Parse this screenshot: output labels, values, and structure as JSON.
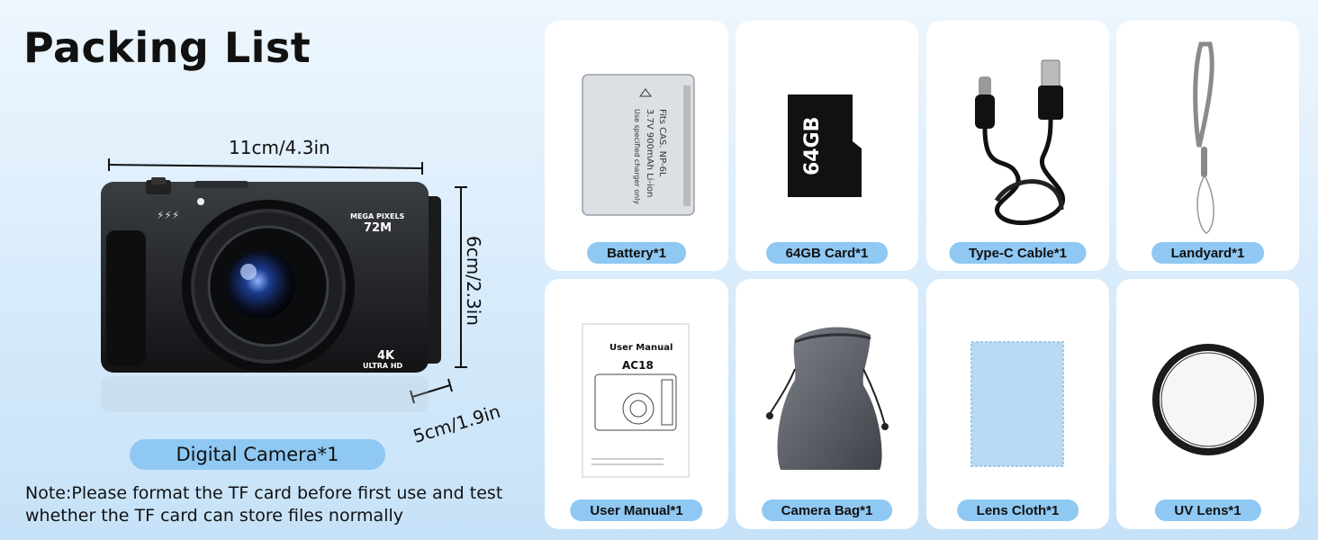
{
  "title": "Packing List",
  "camera": {
    "width_label": "11cm/4.3in",
    "height_label": "6cm/2.3in",
    "depth_label": "5cm/1.9in",
    "label": "Digital Camera*1",
    "badge_top": "MEGA PIXELS",
    "badge_mp": "72M",
    "badge_4k": "4K",
    "badge_uhd": "ULTRA HD"
  },
  "note": "Note:Please format the TF card before first use and test whether the TF card can store files normally",
  "items": [
    {
      "label": "Battery*1",
      "icon": "battery-icon"
    },
    {
      "label": "64GB Card*1",
      "icon": "sd-card-icon",
      "card_text": "64GB"
    },
    {
      "label": "Type-C Cable*1",
      "icon": "usb-cable-icon"
    },
    {
      "label": "Landyard*1",
      "icon": "lanyard-icon"
    },
    {
      "label": "User Manual*1",
      "icon": "manual-icon",
      "manual_title": "User Manual",
      "manual_model": "AC18"
    },
    {
      "label": "Camera Bag*1",
      "icon": "bag-icon"
    },
    {
      "label": "Lens Cloth*1",
      "icon": "cloth-icon"
    },
    {
      "label": "UV Lens*1",
      "icon": "uv-lens-icon"
    }
  ],
  "battery_text": {
    "line1": "Fits   CAS.  NP-6L",
    "line2": "3.7V   900mAh   Li-ion",
    "line3": "Use specified charger only"
  },
  "colors": {
    "pill": "#8fc8f2",
    "background": "#d7ebfb",
    "card": "#ffffff"
  }
}
